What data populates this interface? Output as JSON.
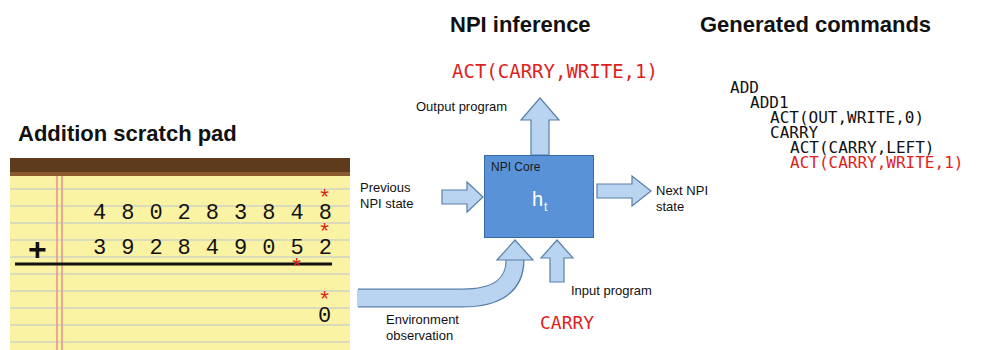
{
  "diagram": {
    "nodes": [
      {
        "text": [
          "NPI Core",
          "h",
          "t"
        ]
      }
    ],
    "labels": [
      "Addition scratch pad",
      "NPI inference",
      "Generated commands",
      "ACT(CARRY,WRITE,1)",
      "Output program",
      "Previous NPI state",
      "Next NPI state",
      "Environment observation",
      "Input program",
      "CARRY",
      "ADD",
      "ADD1",
      "ACT(OUT,WRITE,0)",
      "CARRY",
      "ACT(CARRY,LEFT)",
      "ACT(CARRY,WRITE,1)",
      "*",
      "4 8 0 2 8 3 8 4 8",
      "*",
      "+",
      "3 9 2 8 4 9 0 5 2",
      "*",
      "*",
      "0"
    ]
  }
}
